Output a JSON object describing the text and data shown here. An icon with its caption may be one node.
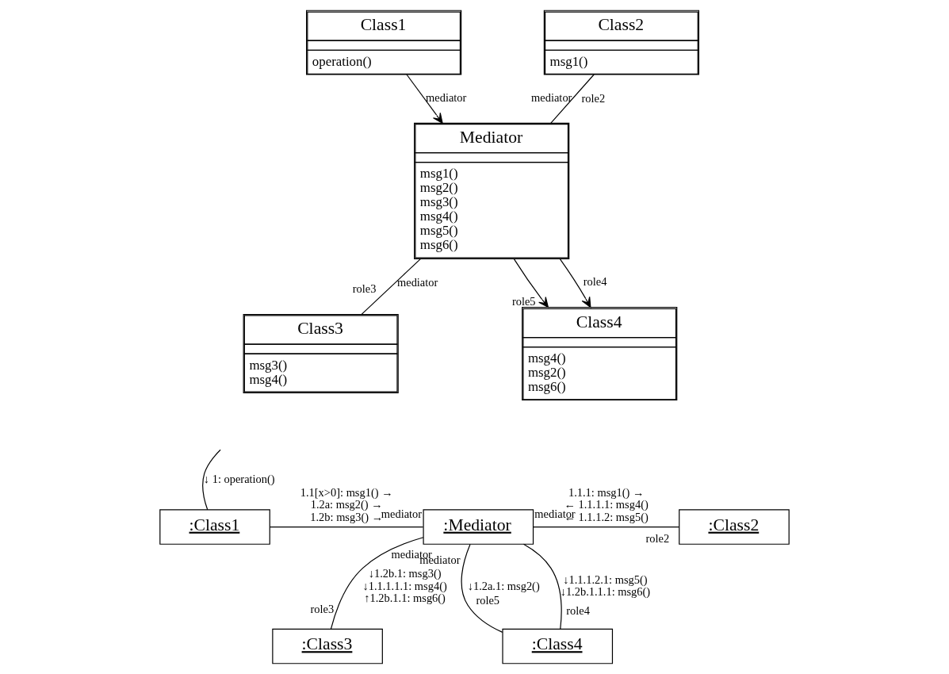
{
  "diagram": {
    "nodes": [
      {
        "text": [
          "Class1",
          "operation()"
        ]
      },
      {
        "text": [
          "Class2",
          "msg1()"
        ]
      },
      {
        "text": [
          "Mediator",
          "msg1()",
          "msg2()",
          "msg3()",
          "msg4()",
          "msg5()",
          "msg6()"
        ]
      },
      {
        "text": [
          "Class3",
          "msg3()",
          "msg4()"
        ]
      },
      {
        "text": [
          "Class4",
          "msg4()",
          "msg2()",
          "msg6()"
        ]
      },
      {
        "text": [
          ":Class1"
        ]
      },
      {
        "text": [
          ":Mediator"
        ]
      },
      {
        "text": [
          ":Class2"
        ]
      },
      {
        "text": [
          ":Class3"
        ]
      },
      {
        "text": [
          ":Class4"
        ]
      }
    ],
    "edges": [
      {
        "from": 0,
        "to": 2,
        "arrow": "to"
      },
      {
        "from": 2,
        "to": 1,
        "arrow": "none"
      },
      {
        "from": 2,
        "to": 3,
        "arrow": "none"
      },
      {
        "from": 2,
        "to": 4,
        "arrow": "to"
      },
      {
        "from": 2,
        "to": 4,
        "arrow": "to"
      },
      {
        "from": null,
        "to": 5,
        "arrow": "none"
      },
      {
        "from": 5,
        "to": 6,
        "arrow": "none"
      },
      {
        "from": 6,
        "to": 7,
        "arrow": "none"
      },
      {
        "from": 6,
        "to": 8,
        "arrow": "none"
      },
      {
        "from": 6,
        "to": 9,
        "arrow": "none"
      },
      {
        "from": 6,
        "to": 9,
        "arrow": "none"
      }
    ],
    "labels": [
      "mediator",
      "mediator",
      "role2",
      "mediator",
      "role5",
      "role3",
      "role4",
      "↓ 1: operation()",
      "1.1[x>0]: msg1() →",
      "1.2a: msg2() →",
      "1.2b: msg3() →",
      "1.1.1: msg1() →",
      "← 1.1.1.1: msg4()",
      "← 1.1.1.2: msg5()",
      "mediator",
      "mediator",
      "mediator",
      "mediator",
      "role2",
      "↓1.2b.1: msg3()",
      "↓1.1.1.1.1: msg4()",
      "↑1.2b.1.1: msg6()",
      "↓1.2a.1: msg2()",
      "↓1.1.1.2.1: msg5()",
      "↓1.2b.1.1.1: msg6()",
      "role3",
      "role5",
      "role4"
    ]
  }
}
